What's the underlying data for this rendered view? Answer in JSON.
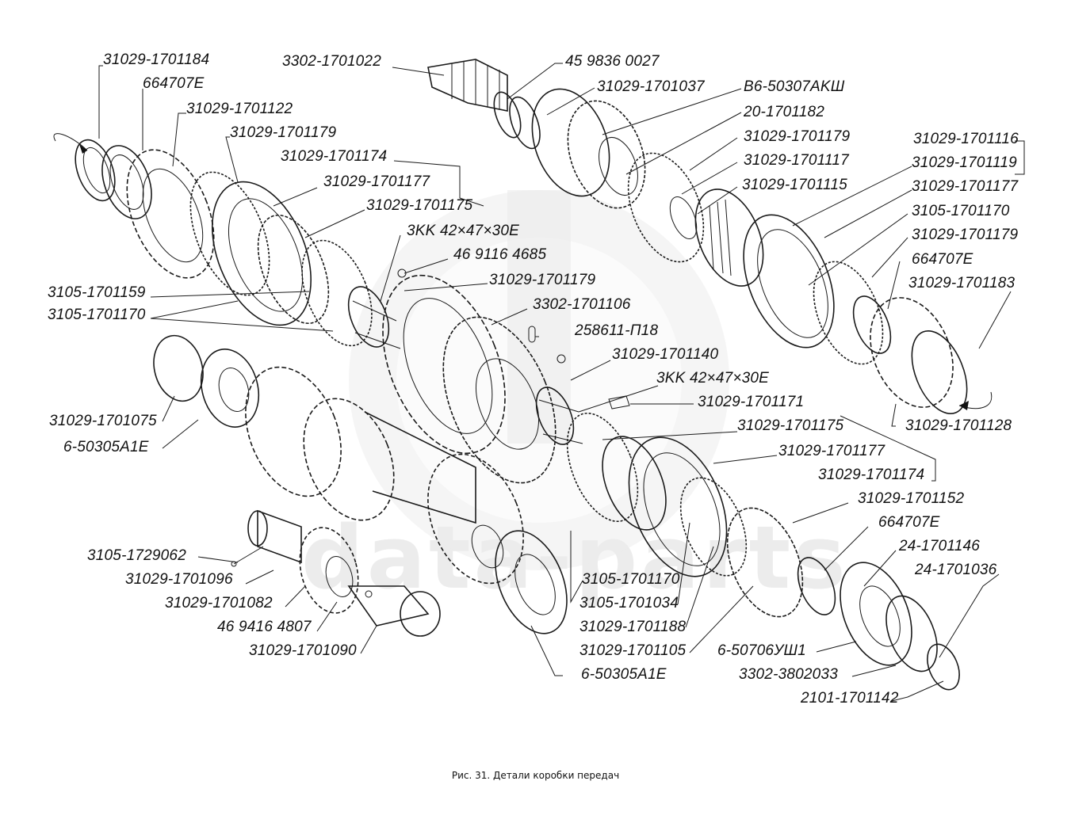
{
  "figure": {
    "caption": "Рис. 31. Детали коробки передач",
    "watermark": "data-parts"
  },
  "labels": [
    {
      "id": "l1",
      "text": "31029-1701184"
    },
    {
      "id": "l2",
      "text": "664707E"
    },
    {
      "id": "l3",
      "text": "31029-1701122"
    },
    {
      "id": "l4",
      "text": "31029-1701179"
    },
    {
      "id": "l5",
      "text": "31029-1701174"
    },
    {
      "id": "l6",
      "text": "31029-1701177"
    },
    {
      "id": "l7",
      "text": "31029-1701175"
    },
    {
      "id": "l8",
      "text": "3KK 42×47×30E"
    },
    {
      "id": "l9",
      "text": "46 9116 4685"
    },
    {
      "id": "l10",
      "text": "31029-1701179"
    },
    {
      "id": "l11",
      "text": "3105-1701159"
    },
    {
      "id": "l12",
      "text": "3105-1701170"
    },
    {
      "id": "l13",
      "text": "3302-1701106"
    },
    {
      "id": "l14",
      "text": "258611-П18"
    },
    {
      "id": "l15",
      "text": "31029-1701140"
    },
    {
      "id": "l16",
      "text": "3KK 42×47×30E"
    },
    {
      "id": "l17",
      "text": "31029-1701171"
    },
    {
      "id": "l18",
      "text": "31029-1701075"
    },
    {
      "id": "l19",
      "text": "6-50305A1E"
    },
    {
      "id": "l20",
      "text": "3302-1701022"
    },
    {
      "id": "l21",
      "text": "45 9836 0027"
    },
    {
      "id": "l22",
      "text": "31029-1701037"
    },
    {
      "id": "l23",
      "text": "B6-50307AKШ"
    },
    {
      "id": "l24",
      "text": "20-1701182"
    },
    {
      "id": "l25",
      "text": "31029-1701179"
    },
    {
      "id": "l26",
      "text": "31029-1701117"
    },
    {
      "id": "l27",
      "text": "31029-1701115"
    },
    {
      "id": "l28",
      "text": "31029-1701116"
    },
    {
      "id": "l29",
      "text": "31029-1701119"
    },
    {
      "id": "l30",
      "text": "31029-1701177"
    },
    {
      "id": "l31",
      "text": "3105-1701170"
    },
    {
      "id": "l32",
      "text": "31029-1701179"
    },
    {
      "id": "l33",
      "text": "664707E"
    },
    {
      "id": "l34",
      "text": "31029-1701183"
    },
    {
      "id": "l35",
      "text": "31029-1701128"
    },
    {
      "id": "l36",
      "text": "31029-1701175"
    },
    {
      "id": "l37",
      "text": "31029-1701177"
    },
    {
      "id": "l38",
      "text": "31029-1701174"
    },
    {
      "id": "l39",
      "text": "31029-1701152"
    },
    {
      "id": "l40",
      "text": "664707E"
    },
    {
      "id": "l41",
      "text": "24-1701146"
    },
    {
      "id": "l42",
      "text": "24-1701036"
    },
    {
      "id": "l43",
      "text": "3105-1729062"
    },
    {
      "id": "l44",
      "text": "31029-1701096"
    },
    {
      "id": "l45",
      "text": "31029-1701082"
    },
    {
      "id": "l46",
      "text": "46 9416 4807"
    },
    {
      "id": "l47",
      "text": "31029-1701090"
    },
    {
      "id": "l48",
      "text": "3105-1701170"
    },
    {
      "id": "l49",
      "text": "3105-1701034"
    },
    {
      "id": "l50",
      "text": "31029-1701188"
    },
    {
      "id": "l51",
      "text": "31029-1701105"
    },
    {
      "id": "l52",
      "text": "6-50305A1E"
    },
    {
      "id": "l53",
      "text": "6-50706УШ1"
    },
    {
      "id": "l54",
      "text": "3302-3802033"
    },
    {
      "id": "l55",
      "text": "2101-1701142"
    }
  ],
  "parts_icons": {
    "input_shaft": "shaft-icon",
    "gears": "gear-icon",
    "bearings": "bearing-icon",
    "rings": "ring-icon",
    "rotation_arrows": "rotation-arrow-icon"
  }
}
